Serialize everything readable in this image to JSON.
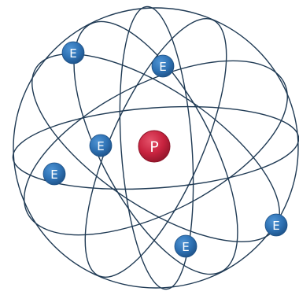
{
  "colors": {
    "orbit": "#1f3a54",
    "electron": "#2f72b4",
    "electron_highlight": "#4f94d4",
    "electron_shadow": "#1c4f84",
    "proton": "#c8233f",
    "proton_highlight": "#e4526a",
    "proton_shadow": "#8c1428",
    "label": "#ffffff"
  },
  "nucleus": {
    "label": "P",
    "icon": "proton-icon"
  },
  "electrons": [
    {
      "label": "E",
      "icon": "electron-icon"
    },
    {
      "label": "E",
      "icon": "electron-icon"
    },
    {
      "label": "E",
      "icon": "electron-icon"
    },
    {
      "label": "E",
      "icon": "electron-icon"
    },
    {
      "label": "E",
      "icon": "electron-icon"
    },
    {
      "label": "E",
      "icon": "electron-icon"
    }
  ]
}
